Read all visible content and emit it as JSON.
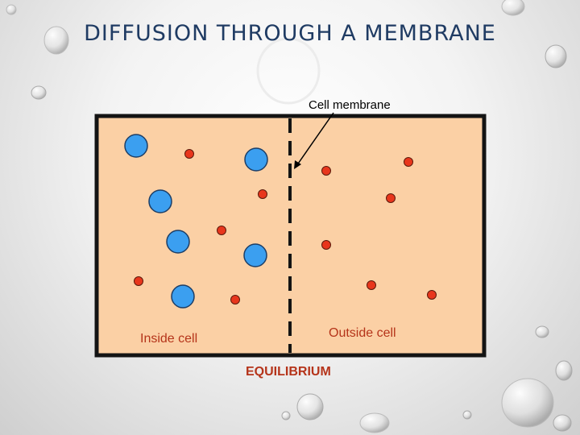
{
  "slide": {
    "title": "DIFFUSION THROUGH A MEMBRANE"
  },
  "diagram": {
    "membrane_label": "Cell membrane",
    "inside_label": "Inside cell",
    "outside_label": "Outside cell",
    "status_label": "EQUILIBRIUM"
  },
  "colors": {
    "cell_fill": "#fbd0a5",
    "border": "#141414",
    "large_molecule": "#3b9ff0",
    "small_molecule": "#e8361c",
    "label_text": "#b5341a",
    "title_text": "#1f3b63"
  }
}
